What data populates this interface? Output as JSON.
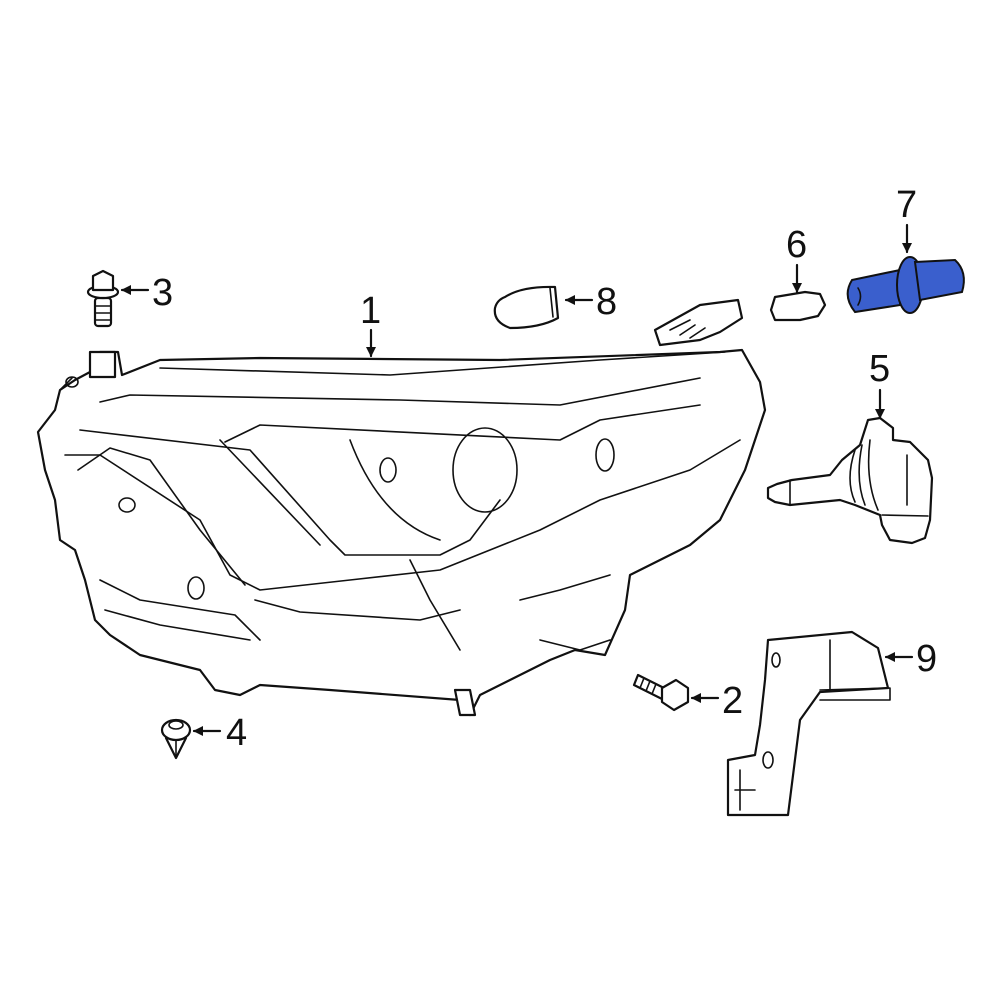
{
  "diagram": {
    "type": "exploded-parts-diagram",
    "highlight_color": "#3a5fcd",
    "line_color": "#111111",
    "background": "#ffffff",
    "highlighted_part": "7",
    "parts": [
      {
        "id": "1",
        "label": "1",
        "name": "headlamp-assembly"
      },
      {
        "id": "2",
        "label": "2",
        "name": "bolt"
      },
      {
        "id": "3",
        "label": "3",
        "name": "bolt"
      },
      {
        "id": "4",
        "label": "4",
        "name": "clip"
      },
      {
        "id": "5",
        "label": "5",
        "name": "bulb-socket"
      },
      {
        "id": "6",
        "label": "6",
        "name": "bulb"
      },
      {
        "id": "7",
        "label": "7",
        "name": "bulb-highlighted"
      },
      {
        "id": "8",
        "label": "8",
        "name": "bulb"
      },
      {
        "id": "9",
        "label": "9",
        "name": "bracket"
      }
    ]
  }
}
